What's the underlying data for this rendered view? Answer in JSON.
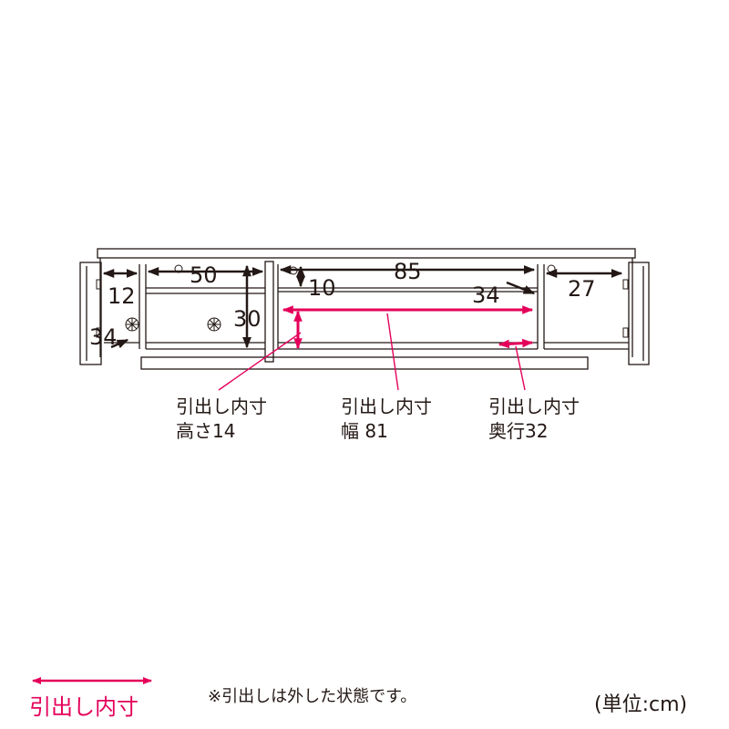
{
  "dimensions": {
    "left_width": "12",
    "left_depth": "34",
    "center_left_width": "50",
    "center_left_height": "30",
    "center_width": "85",
    "center_height": "10",
    "center_depth": "34",
    "right_width": "27"
  },
  "callouts": [
    {
      "line1": "引出し内寸",
      "line2": "高さ14"
    },
    {
      "line1": "引出し内寸",
      "line2": "幅 81"
    },
    {
      "line1": "引出し内寸",
      "line2": "奥行32"
    }
  ],
  "legend": {
    "label": "引出し内寸",
    "color": "#e4005a"
  },
  "note": "※引出しは外した状態です。",
  "unit": "(単位:cm)",
  "colors": {
    "line": "#231815",
    "accent": "#e4005a"
  }
}
